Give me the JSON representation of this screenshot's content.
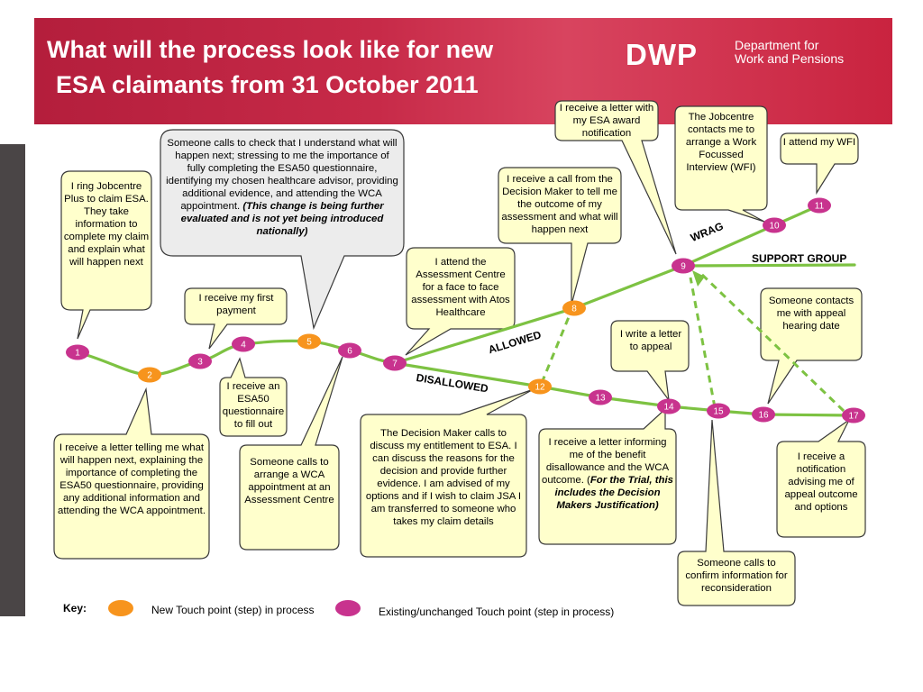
{
  "header": {
    "title_line1": "What will the process look like for new",
    "title_line2": "ESA claimants from 31 October 2011",
    "logo_text": "DWP",
    "dept_line1": "Department for",
    "dept_line2": "Work and Pensions"
  },
  "colors": {
    "new_step": "#f7941d",
    "existing_step": "#c8338e",
    "path": "#7dc242",
    "callout_fill": "#ffffcc",
    "callout_grey": "#ececec",
    "banner": "#c21f3f"
  },
  "steps": [
    {
      "id": "1",
      "type": "existing"
    },
    {
      "id": "2",
      "type": "new"
    },
    {
      "id": "3",
      "type": "existing"
    },
    {
      "id": "4",
      "type": "existing"
    },
    {
      "id": "5",
      "type": "new"
    },
    {
      "id": "6",
      "type": "existing"
    },
    {
      "id": "7",
      "type": "existing"
    },
    {
      "id": "8",
      "type": "new"
    },
    {
      "id": "9",
      "type": "existing"
    },
    {
      "id": "10",
      "type": "existing"
    },
    {
      "id": "11",
      "type": "existing"
    },
    {
      "id": "12",
      "type": "new"
    },
    {
      "id": "13",
      "type": "existing"
    },
    {
      "id": "14",
      "type": "existing"
    },
    {
      "id": "15",
      "type": "existing"
    },
    {
      "id": "16",
      "type": "existing"
    },
    {
      "id": "17",
      "type": "existing"
    }
  ],
  "branches": {
    "wrag": "WRAG",
    "support": "SUPPORT GROUP",
    "allowed": "ALLOWED",
    "disallowed": "DISALLOWED"
  },
  "callouts": {
    "c1": "I ring Jobcentre Plus to claim ESA. They take information to complete my claim and explain what will happen next",
    "c2": "I receive a letter  telling me what will happen next, explaining the importance of completing the ESA50 questionnaire, providing any additional information and attending the WCA appointment.",
    "c3": "I receive my first payment",
    "c4": "I receive an ESA50 questionnaire to fill out",
    "c5_main": "Someone calls to check that  I understand what will happen next; stressing to me the importance of fully completing  the ESA50 questionnaire, identifying my chosen healthcare advisor, providing additional evidence, and attending the WCA appointment. ",
    "c5_em": "(This change is being further evaluated and is not yet being introduced nationally)",
    "c6": "Someone calls to arrange a WCA appointment at an Assessment Centre",
    "c7": "I attend the Assessment Centre for a face to face assessment with Atos Healthcare",
    "c8": "I receive a call from the Decision Maker to tell me the outcome of my assessment and what will happen next",
    "c9": "I receive a letter with my ESA award notification",
    "c10": "The Jobcentre contacts me to arrange a Work Focussed Interview (WFI)",
    "c11": "I attend my WFI",
    "c12": "The Decision Maker calls to discuss my entitlement to ESA.  I can discuss the reasons for the decision and provide further evidence. I am advised of my options and if I wish to claim JSA I am transferred to someone who takes my claim details",
    "c13_main": "I receive a letter informing me of the benefit disallowance and the WCA outcome. (",
    "c13_em": "For the Trial, this includes the Decision Makers Justification)",
    "c14": "I write a letter to appeal",
    "c15": "Someone calls to confirm information for reconsideration",
    "c16": "Someone contacts me with appeal hearing date",
    "c17": "I receive a notification advising me of appeal outcome and options"
  },
  "key": {
    "label": "Key:",
    "new_label": "New Touch point (step) in process",
    "existing_label": "Existing/unchanged Touch point (step in process)"
  }
}
